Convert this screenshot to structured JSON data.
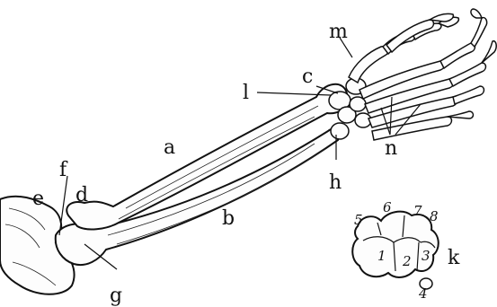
{
  "labels": {
    "a": "a",
    "b": "b",
    "c": "c",
    "d": "d",
    "e": "e",
    "f": "f",
    "g": "g",
    "h": "h",
    "k": "k",
    "l": "l",
    "m": "m",
    "n": "n"
  },
  "carpal_numbers": {
    "n1": "1",
    "n2": "2",
    "n3": "3",
    "n4": "4",
    "n5": "5",
    "n6": "6",
    "n7": "7",
    "n8": "8"
  }
}
